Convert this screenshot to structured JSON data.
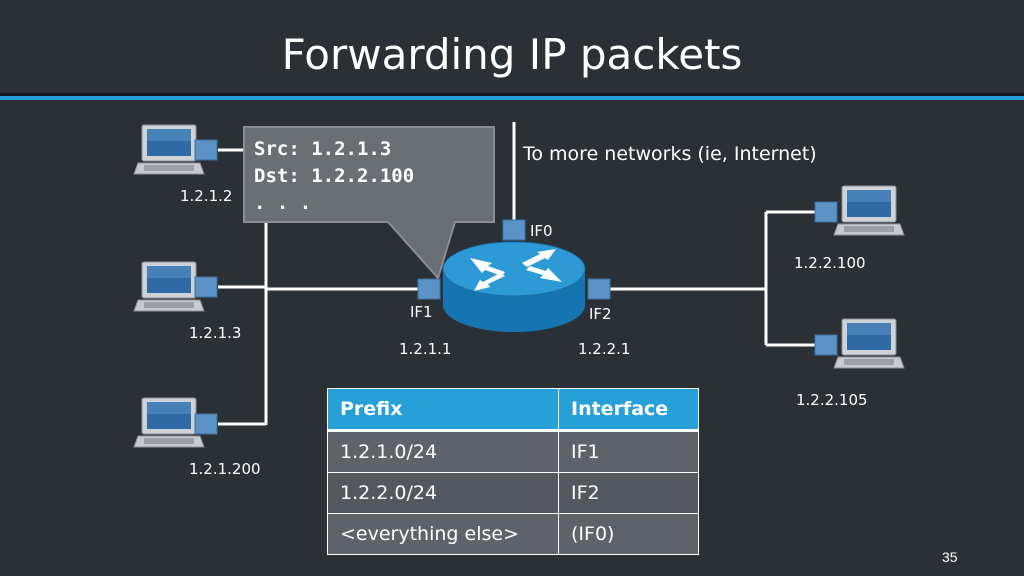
{
  "slide": {
    "title": "Forwarding IP packets",
    "page_number": "35"
  },
  "callout": {
    "line1": "Src: 1.2.1.3",
    "line2": "Dst: 1.2.2.100",
    "line3": ". . ."
  },
  "network": {
    "more_networks_label": "To more networks (ie, Internet)",
    "interfaces": {
      "if0": "IF0",
      "if1": "IF1",
      "if2": "IF2"
    },
    "router_ips": {
      "if1": "1.2.1.1",
      "if2": "1.2.2.1"
    },
    "hosts_left": [
      "1.2.1.2",
      "1.2.1.3",
      "1.2.1.200"
    ],
    "hosts_right": [
      "1.2.2.100",
      "1.2.2.105"
    ]
  },
  "forwarding_table": {
    "headers": [
      "Prefix",
      "Interface"
    ],
    "rows": [
      [
        "1.2.1.0/24",
        "IF1"
      ],
      [
        "1.2.2.0/24",
        "IF2"
      ],
      [
        "<everything else>",
        "(IF0)"
      ]
    ]
  },
  "colors": {
    "background": "#2b2f36",
    "accent": "#27a0d8",
    "router": "#1f90c9",
    "port": "#5b93c7",
    "callout": "#6a6e75"
  }
}
